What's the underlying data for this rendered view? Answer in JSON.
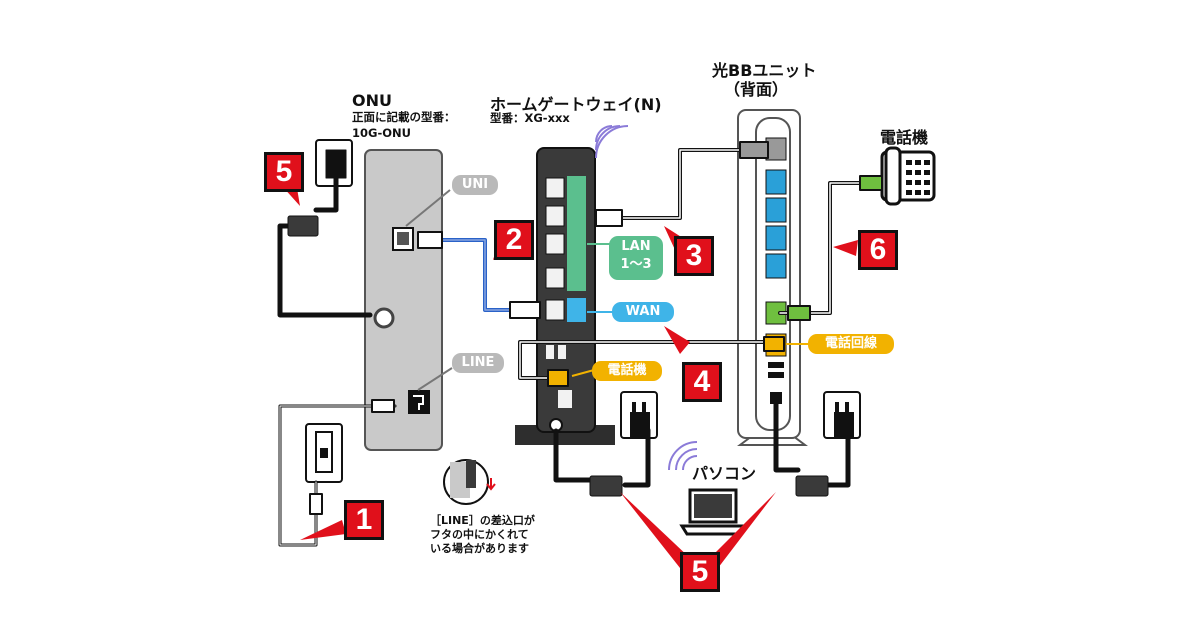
{
  "devices": {
    "onu": {
      "title": "ONU",
      "model_line1": "正面に記載の型番：",
      "model_line2": "10G-ONU"
    },
    "hgw": {
      "title": "ホームゲートウェイ(N)",
      "model": "型番：XG-xxx"
    },
    "bb_unit": {
      "title": "光BBユニット",
      "subtitle": "（背面）"
    },
    "phone": {
      "title": "電話機"
    },
    "pc": {
      "title": "パソコン"
    }
  },
  "ports": {
    "uni": "UNI",
    "line": "LINE",
    "lan_line1": "LAN",
    "lan_line2": "1～3",
    "wan": "WAN",
    "hgw_phone": "電話機",
    "bb_phone_line": "電話回線"
  },
  "steps": {
    "s1": "1",
    "s2": "2",
    "s3": "3",
    "s4": "4",
    "s5_top": "5",
    "s5_bottom": "5",
    "s6": "6"
  },
  "note": {
    "line1": "［LINE］の差込口が",
    "line2": "フタの中にかくれて",
    "line3": "いる場合があります"
  },
  "colors": {
    "step_red": "#e0101b",
    "onu_gray": "#c9c9c9",
    "hgw_dark": "#3a3a3a",
    "lan_green": "#5bbf8e",
    "wan_blue": "#3fb4e8",
    "phone_orange": "#f2b200",
    "bb_blue": "#2aa0d8",
    "bb_green": "#6fbf3f",
    "uni_label_gray": "#b9b9b9",
    "wifi_purple": "#8b7bd8"
  }
}
